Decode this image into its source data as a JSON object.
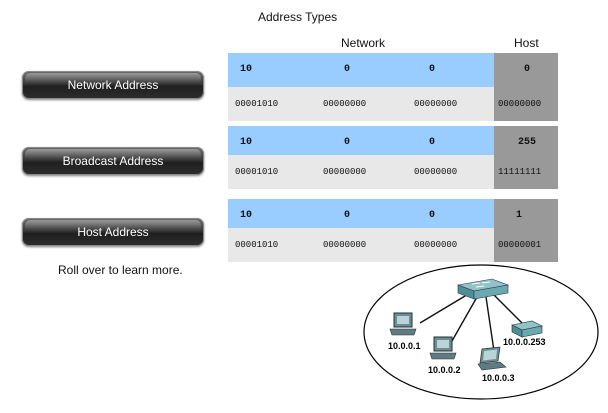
{
  "title": "Address Types",
  "headers": {
    "network": "Network",
    "host": "Host"
  },
  "buttons": [
    {
      "label": "Network Address"
    },
    {
      "label": "Broadcast Address"
    },
    {
      "label": "Host Address"
    }
  ],
  "rows": [
    {
      "decimal": [
        "10",
        "0",
        "0",
        "0"
      ],
      "binary": [
        "00001010",
        "00000000",
        "00000000",
        "00000000"
      ]
    },
    {
      "decimal": [
        "10",
        "0",
        "0",
        "255"
      ],
      "binary": [
        "00001010",
        "00000000",
        "00000000",
        "11111111"
      ]
    },
    {
      "decimal": [
        "10",
        "0",
        "0",
        "1"
      ],
      "binary": [
        "00001010",
        "00000000",
        "00000000",
        "00000001"
      ]
    }
  ],
  "instruction": "Roll over to learn more.",
  "diagram": {
    "hosts": [
      "10.0.0.1",
      "10.0.0.2",
      "10.0.0.3",
      "10.0.0.253"
    ]
  },
  "colors": {
    "decimal_row": "#99ccff",
    "binary_row": "#e8e8e8",
    "host_column": "#999999",
    "button": "#2e2e2e"
  }
}
